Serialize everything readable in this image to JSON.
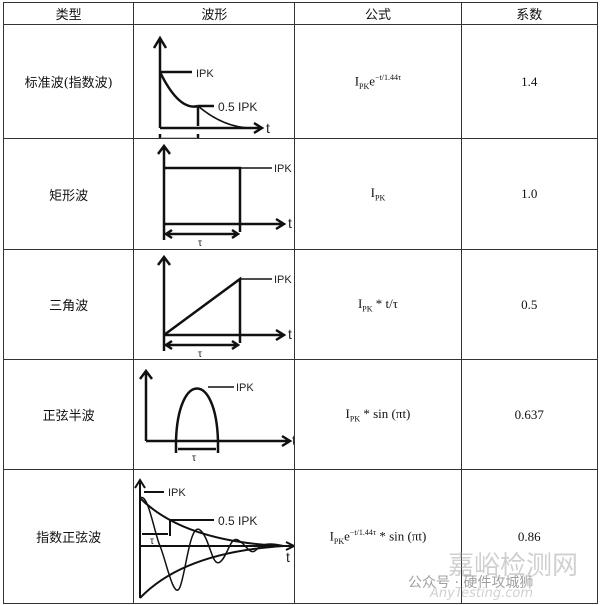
{
  "headers": [
    "类型",
    "波形",
    "公式",
    "系数"
  ],
  "rows": [
    {
      "type": "标准波(指数波)",
      "formula_base": "I",
      "formula_sub": "PK",
      "formula_rest": "e",
      "formula_sup": "−t/1.44τ",
      "formula_tail": "",
      "coef": "1.4"
    },
    {
      "type": "矩形波",
      "formula_base": "I",
      "formula_sub": "PK",
      "formula_rest": "",
      "formula_sup": "",
      "formula_tail": "",
      "coef": "1.0"
    },
    {
      "type": "三角波",
      "formula_base": "I",
      "formula_sub": "PK",
      "formula_rest": " * t/τ",
      "formula_sup": "",
      "formula_tail": "",
      "coef": "0.5"
    },
    {
      "type": "正弦半波",
      "formula_base": "I",
      "formula_sub": "PK",
      "formula_rest": " * sin (πt)",
      "formula_sup": "",
      "formula_tail": "",
      "coef": "0.637"
    },
    {
      "type": "指数正弦波",
      "formula_base": "I",
      "formula_sub": "PK",
      "formula_rest": "e",
      "formula_sup": "−t/1.44τ",
      "formula_tail": " * sin (πt)",
      "coef": "0.86"
    }
  ],
  "labels": {
    "ipk": "IPK",
    "half_ipk": "0.5 IPK",
    "t": "t",
    "tau": "τ"
  },
  "watermark": {
    "site": "嘉峪检测网",
    "account": "公众号 · 硬件攻城狮",
    "url": "AnyTesting.com"
  }
}
